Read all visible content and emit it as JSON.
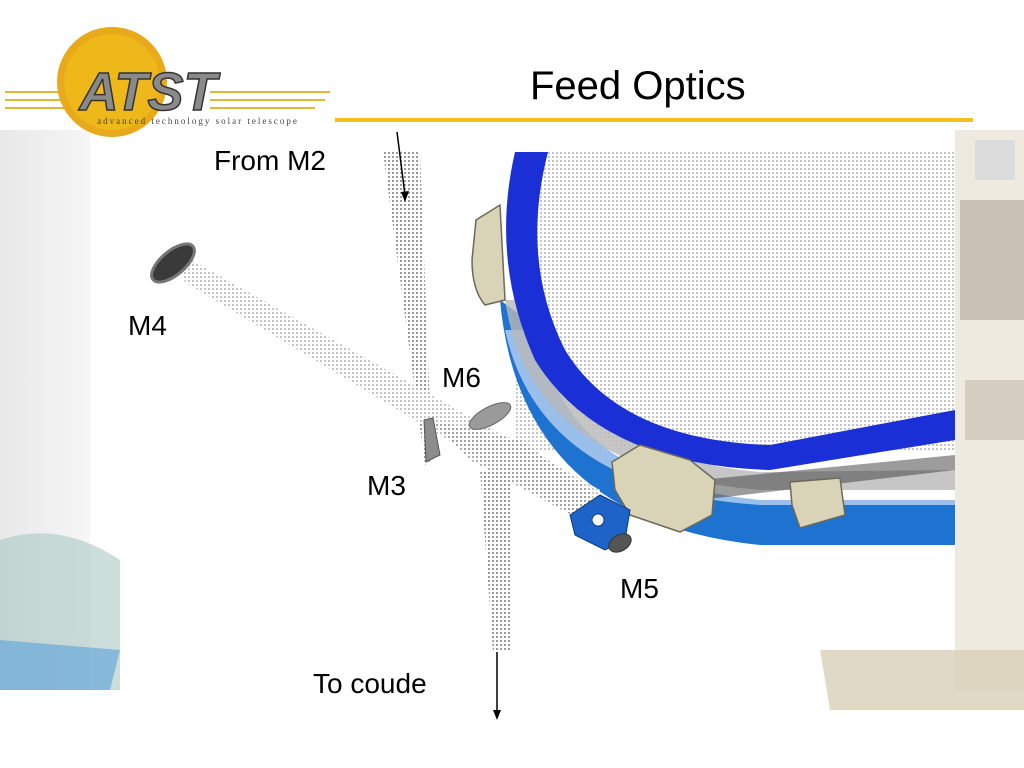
{
  "slide": {
    "title": "Feed Optics",
    "logo": {
      "name": "ATST",
      "tagline": "advanced technology solar telescope"
    },
    "accent_color": "#f2c21b",
    "labels": {
      "from_m2": "From M2",
      "m4": "M4",
      "m6": "M6",
      "m3": "M3",
      "m5": "M5",
      "to_coude": "To coude"
    }
  },
  "colors": {
    "ring_dark_blue": "#1a2fd6",
    "ring_light_blue": "#2a8fe6",
    "mount_beige": "#d9d3b8",
    "beam_gray": "#c8c8c8"
  }
}
